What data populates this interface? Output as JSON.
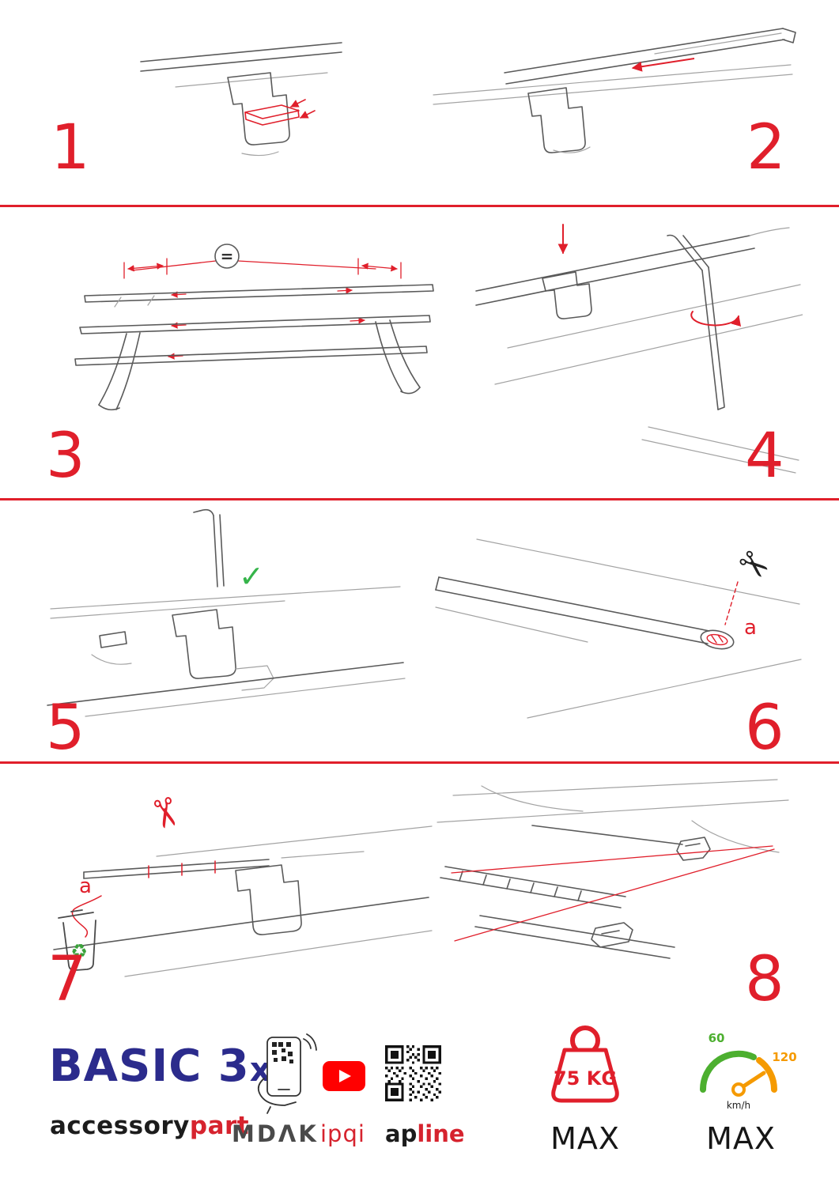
{
  "colors": {
    "accent_red": "#e01f2b",
    "brand_navy": "#2b2b8c",
    "brand_red": "#d6232e",
    "green": "#35b44a",
    "orange": "#f59a00",
    "youtube_red": "#ff0000"
  },
  "steps": [
    {
      "number": "1"
    },
    {
      "number": "2"
    },
    {
      "number": "3"
    },
    {
      "number": "4"
    },
    {
      "number": "5"
    },
    {
      "number": "6"
    },
    {
      "number": "7"
    },
    {
      "number": "8"
    }
  ],
  "labels": {
    "equals": "=",
    "cut_mark": "a"
  },
  "icons": {
    "check": "✓",
    "scissors": "✂",
    "recycle": "♻"
  },
  "footer": {
    "product_main": "BASIC 3",
    "product_suffix": "x",
    "brand_left": "accessory",
    "brand_right": "part",
    "partner_mdak": "MDΛK",
    "partner_ipqi": "ipqi",
    "partner_apline_left": "ap",
    "partner_apline_right": "line",
    "weight_value": "75 KG",
    "weight_max": "MAX",
    "speed_low": "60",
    "speed_high": "120",
    "speed_unit": "km/h",
    "speed_max": "MAX"
  }
}
